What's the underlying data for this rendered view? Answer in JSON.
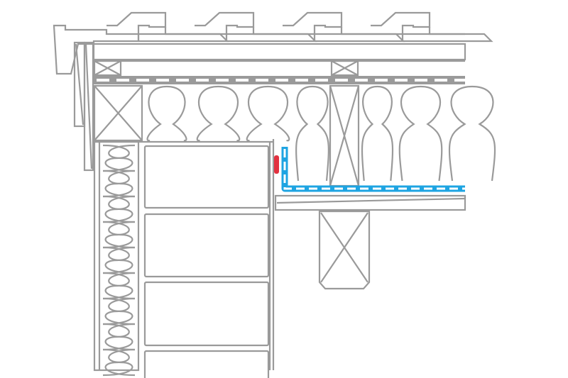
{
  "colors": {
    "line": "#9a9a9a",
    "membrane": "#1ea4e2",
    "seal": "#e2313f",
    "background": "#ffffff"
  },
  "components": [
    "roof-tiles",
    "battens",
    "counter-battens",
    "roof-membrane",
    "rafter-insulation",
    "rafters",
    "fascia",
    "wall-stud-insulation",
    "masonry-blocks",
    "vapour-barrier",
    "sealing-tape",
    "ceiling-board",
    "ceiling-beam"
  ]
}
